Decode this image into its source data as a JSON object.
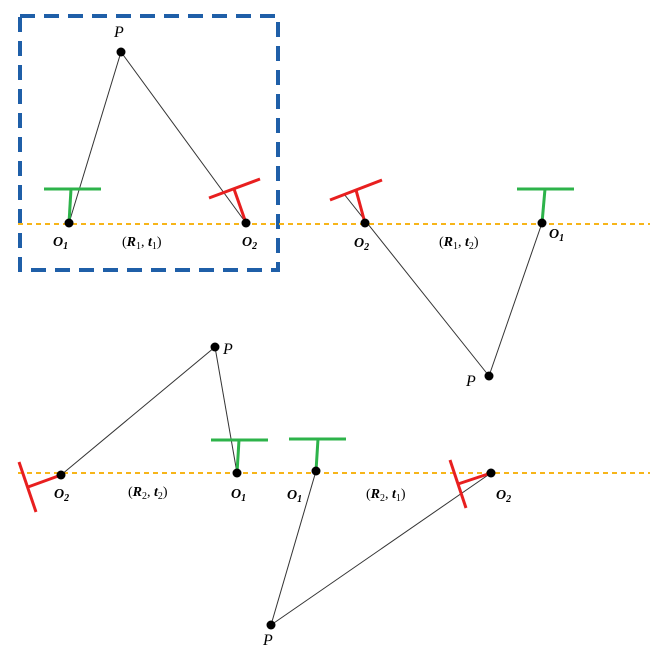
{
  "colors": {
    "baseline": "#f7b519",
    "highlight_box": "#1f5fa8",
    "camera_1": "#2db34a",
    "camera_2": "#e81f1f",
    "rays": "#333333"
  },
  "labels": {
    "point": "P",
    "cam1_main": "O",
    "cam1_sub": "1",
    "cam2_main": "O",
    "cam2_sub": "2"
  },
  "panels": [
    {
      "transform": {
        "R": "R",
        "R_sub": "1",
        "t": "t",
        "t_sub": "1"
      }
    },
    {
      "transform": {
        "R": "R",
        "R_sub": "1",
        "t": "t",
        "t_sub": "2"
      }
    },
    {
      "transform": {
        "R": "R",
        "R_sub": "2",
        "t": "t",
        "t_sub": "2"
      }
    },
    {
      "transform": {
        "R": "R",
        "R_sub": "2",
        "t": "t",
        "t_sub": "1"
      }
    }
  ]
}
